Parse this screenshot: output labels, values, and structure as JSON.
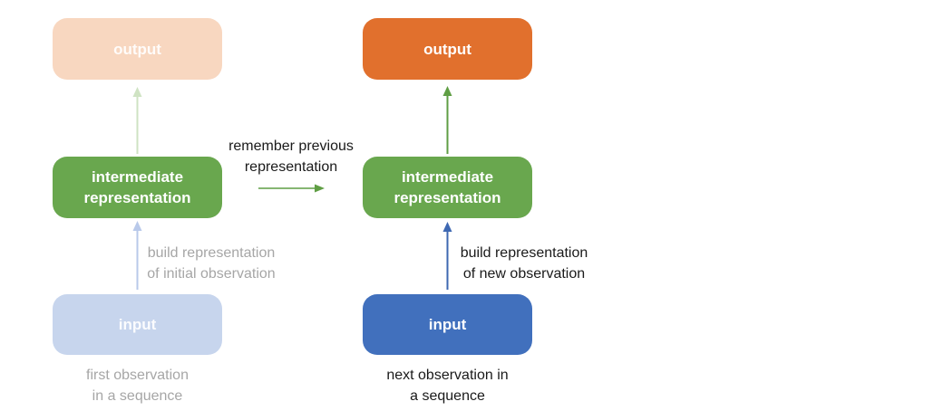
{
  "colors": {
    "orange": "#e1702d",
    "orange_faded": "#f8d7c0",
    "green": "#69a74e",
    "blue": "#4170bd",
    "blue_faded": "#c7d5ed",
    "arrow_green": "#5f9e44",
    "arrow_green_faded": "#cfe3c3",
    "arrow_blue": "#3e68b2",
    "arrow_blue_faded": "#b9c9ea",
    "text_gray": "#a6a6a6",
    "text_black": "#1a1a1a"
  },
  "left": {
    "output_label": "output",
    "intermediate_lines": [
      "intermediate",
      "representation"
    ],
    "input_label": "input",
    "arrow_annotation_lines": [
      "build representation",
      "of initial observation"
    ],
    "caption_lines": [
      "first observation",
      "in a sequence"
    ]
  },
  "right": {
    "output_label": "output",
    "intermediate_lines": [
      "intermediate",
      "representation"
    ],
    "input_label": "input",
    "arrow_annotation_lines": [
      "build representation",
      "of new observation"
    ],
    "caption_lines": [
      "next observation in",
      "a sequence"
    ]
  },
  "center": {
    "arrow_annotation_lines": [
      "remember previous",
      "representation"
    ]
  }
}
